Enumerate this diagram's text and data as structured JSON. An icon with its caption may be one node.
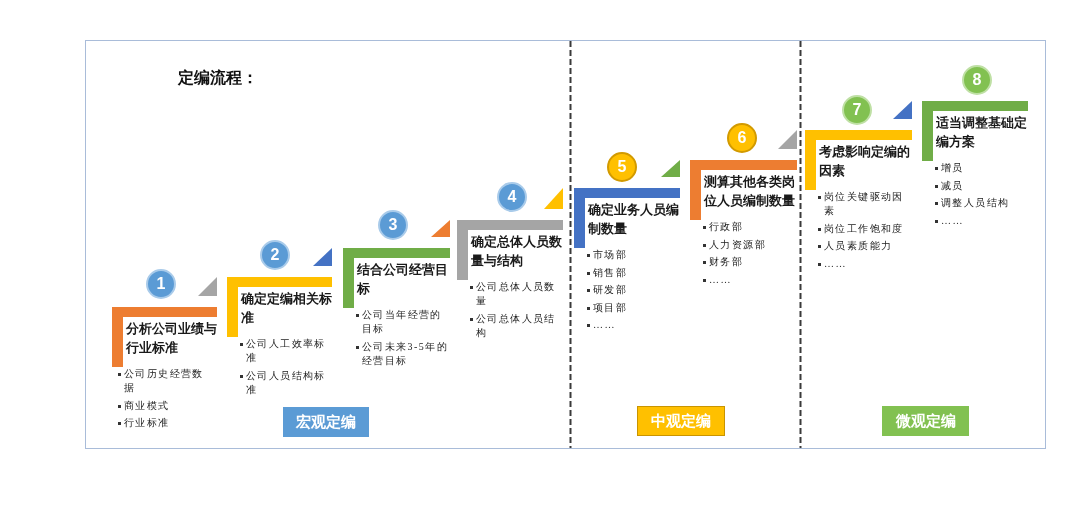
{
  "diagram": {
    "title": "定编流程：",
    "nodes": [
      {
        "text": [
          "1"
        ]
      },
      {
        "text": [
          "分析公司业绩与行业标准"
        ],
        "beside": [
          "公司历史经营数据",
          "商业模式",
          "行业标准"
        ]
      },
      {
        "text": [
          "2"
        ]
      },
      {
        "text": [
          "确定定编相关标准"
        ],
        "beside": [
          "公司人工效率标准",
          "公司人员结构标准"
        ]
      },
      {
        "text": [
          "3"
        ]
      },
      {
        "text": [
          "结合公司经营目标"
        ],
        "beside": [
          "公司当年经营的目标",
          "公司未来3-5年的经营目标"
        ]
      },
      {
        "text": [
          "4"
        ]
      },
      {
        "text": [
          "确定总体人员数量与结构"
        ],
        "beside": [
          "公司总体人员数量",
          "公司总体人员结构"
        ]
      },
      {
        "text": [
          "宏观定编"
        ]
      },
      {
        "text": [
          "5"
        ]
      },
      {
        "text": [
          "确定业务人员编制数量"
        ],
        "beside": [
          "市场部",
          "销售部",
          "研发部",
          "项目部",
          "……"
        ]
      },
      {
        "text": [
          "6"
        ]
      },
      {
        "text": [
          "测算其他各类岗位人员编制数量"
        ],
        "beside": [
          "行政部",
          "人力资源部",
          "财务部",
          "……"
        ]
      },
      {
        "text": [
          "中观定编"
        ]
      },
      {
        "text": [
          "7"
        ]
      },
      {
        "text": [
          "考虑影响定编的因素"
        ],
        "beside": [
          "岗位关键驱动因素",
          "岗位工作饱和度",
          "人员素质能力",
          "……"
        ]
      },
      {
        "text": [
          "8"
        ]
      },
      {
        "text": [
          "适当调整基础定编方案"
        ],
        "beside": [
          "增员",
          "减员",
          "调整人员结构",
          "……"
        ]
      },
      {
        "text": [
          "微观定编"
        ]
      }
    ],
    "edges": [
      {
        "from": 3,
        "to": 1,
        "arrow": "to",
        "color": "#a5a5a5"
      },
      {
        "from": 5,
        "to": 3,
        "arrow": "to",
        "color": "#4472c4"
      },
      {
        "from": 7,
        "to": 5,
        "arrow": "to",
        "color": "#ed7d31"
      },
      {
        "from": 10,
        "to": 7,
        "arrow": "to",
        "color": "#ffc000"
      },
      {
        "from": 12,
        "to": 10,
        "arrow": "to",
        "color": "#70ad47"
      },
      {
        "from": 15,
        "to": 12,
        "arrow": "to",
        "color": "#a5a5a5"
      },
      {
        "from": 17,
        "to": 15,
        "arrow": "to",
        "color": "#4472c4"
      }
    ]
  }
}
